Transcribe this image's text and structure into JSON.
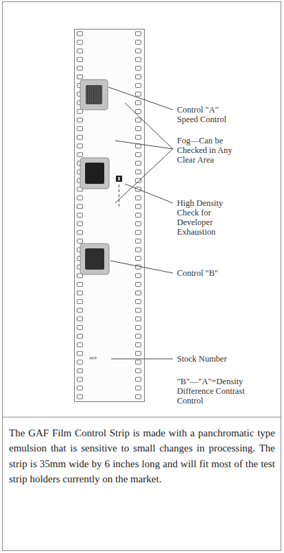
{
  "diagram": {
    "caption": "The GAF Film Control Strip is made with a panchromatic type emulsion that is sensitive to small changes in processing. The strip is 35mm wide by 6 inches long and will fit most of the test strip holders currently on the market.",
    "labels": [
      "Control \"A\" Speed Control",
      "Fog—Can be Checked in Any Clear Area",
      "High Density Check for Developer Exhaustion",
      "Control \"B\"",
      "AFF",
      "Stock Number",
      "\"B\"—\"A\"=Density Difference Contrast Control"
    ]
  }
}
